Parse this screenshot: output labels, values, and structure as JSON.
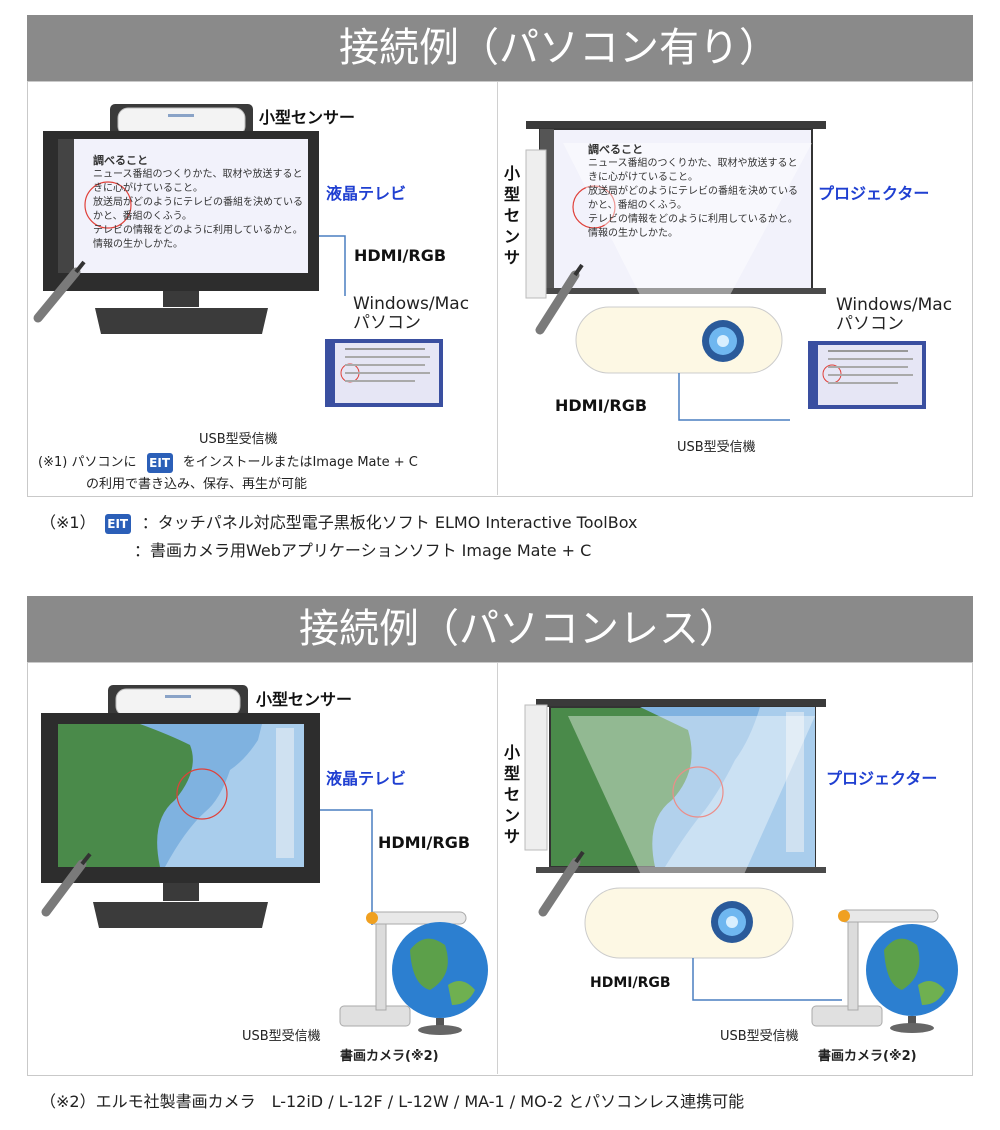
{
  "section1": {
    "title": "接続例（パソコン有り）",
    "left": {
      "sensor_label": "小型センサー",
      "tv_label": "液晶テレビ",
      "hdmi_label": "HDMI/RGB",
      "pc_label_line1": "Windows/Mac",
      "pc_label_line2": "パソコン",
      "usb_label": "USB型受信機",
      "note_prefix": "(※1) パソコンに",
      "note_suffix": "をインストールまたはImage Mate + C",
      "note_line2": "の利用で書き込み、保存、再生が可能"
    },
    "right": {
      "sensor_vertical": "小型センサ",
      "projector_label": "プロジェクター",
      "pc_label_line1": "Windows/Mac",
      "pc_label_line2": "パソコン",
      "hdmi_label": "HDMI/RGB",
      "usb_label": "USB型受信機"
    },
    "screen_content": {
      "heading": "調べること",
      "lines": [
        "ニュース番組のつくりかた、取材や放送すると",
        "きに心がけていること。",
        "放送局がどのようにテレビの番組を決めている",
        "かと、番組のくふう。",
        "テレビの情報をどのように利用しているかと。",
        "情報の生かしかた。"
      ]
    }
  },
  "footnote1": {
    "prefix": "（※1）",
    "icon_text": "EIT",
    "line1": "：タッチパネル対応型電子黒板化ソフト  ELMO Interactive ToolBox",
    "line2": "：書画カメラ用Webアプリケーションソフト  Image Mate + C"
  },
  "section2": {
    "title": "接続例（パソコンレス）",
    "left": {
      "sensor_label": "小型センサー",
      "tv_label": "液晶テレビ",
      "hdmi_label": "HDMI/RGB",
      "usb_label": "USB型受信機",
      "camera_label": "書画カメラ(※2)"
    },
    "right": {
      "sensor_vertical": "小型センサ",
      "projector_label": "プロジェクター",
      "hdmi_label": "HDMI/RGB",
      "usb_label": "USB型受信機",
      "camera_label": "書画カメラ(※2)"
    }
  },
  "footnote2": {
    "text": "（※2）エルモ社製書画カメラ　L-12iD / L-12F / L-12W / MA-1 / MO-2 とパソコンレス連携可能"
  },
  "icons": [
    "eit-app-icon",
    "pen-icon",
    "sensor-icon",
    "projector-icon",
    "globe-icon",
    "document-camera-icon"
  ],
  "colors": {
    "banner": "#8a8a8a",
    "device_label": "#1f3fd1",
    "eit_icon": "#2b5fb8",
    "touch_circle": "#e0413a",
    "connection_line": "#4a7fc0"
  }
}
